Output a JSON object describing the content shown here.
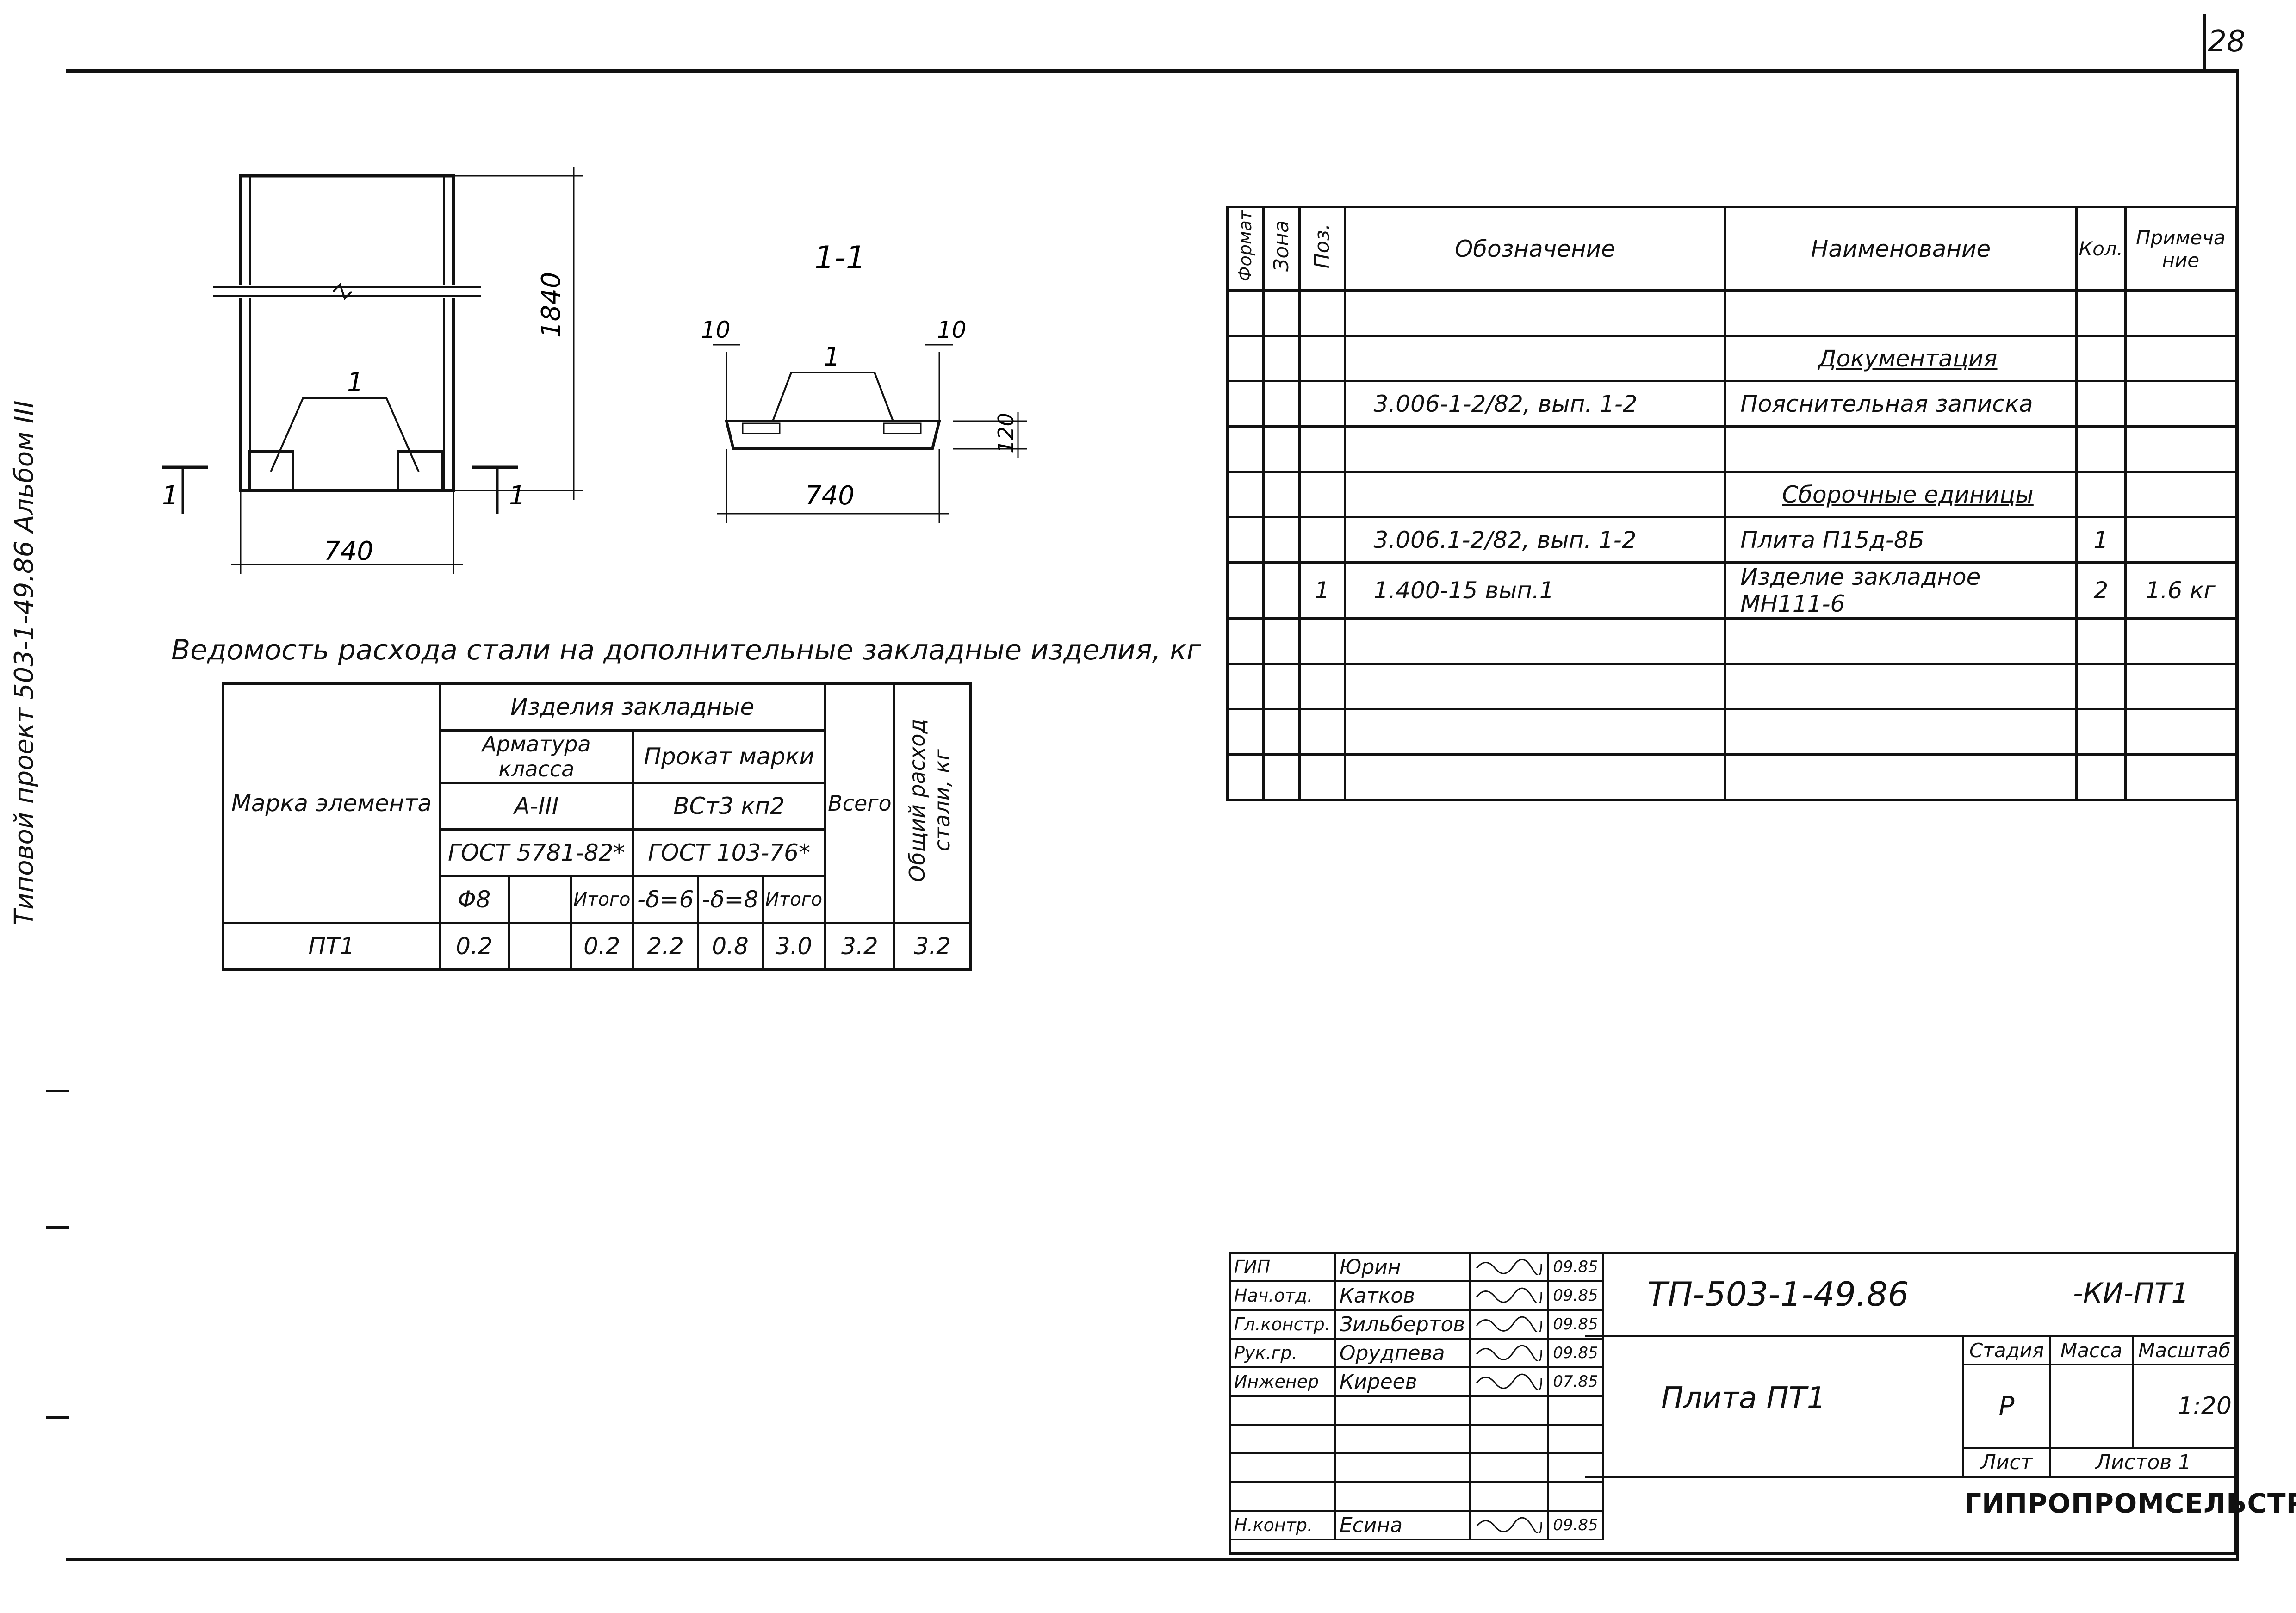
{
  "sheet_number": "28",
  "side_caption": "Типовой проект 503-1-49.86 Альбом III",
  "drawing": {
    "plan": {
      "dim_height": "1840",
      "dim_width": "740",
      "pos_label": "1",
      "section_left": "1",
      "section_right": "1"
    },
    "section": {
      "title": "1-1",
      "dim_left": "10",
      "dim_right": "10",
      "dim_height": "120",
      "dim_width": "740",
      "pos_label": "1"
    }
  },
  "spec_table": {
    "headers": {
      "format": "Формат",
      "zone": "Зона",
      "pos": "Поз.",
      "designation": "Обозначение",
      "name": "Наименование",
      "qty": "Кол.",
      "note": "Примечание"
    },
    "rows": [
      {
        "designation": "",
        "name": "",
        "qty": "",
        "note": "",
        "pos": ""
      },
      {
        "designation": "",
        "name": "Документация",
        "qty": "",
        "note": "",
        "pos": ""
      },
      {
        "designation": "3.006-1-2/82, вып. 1-2",
        "name": "Пояснительная записка",
        "qty": "",
        "note": "",
        "pos": ""
      },
      {
        "designation": "",
        "name": "",
        "qty": "",
        "note": "",
        "pos": ""
      },
      {
        "designation": "",
        "name": "Сборочные единицы",
        "qty": "",
        "note": "",
        "pos": ""
      },
      {
        "designation": "3.006.1-2/82, вып. 1-2",
        "name": "Плита П15д-8Б",
        "qty": "1",
        "note": "",
        "pos": ""
      },
      {
        "designation": "1.400-15 вып.1",
        "name": "Изделие закладное МН111-6",
        "qty": "2",
        "note": "1.6 кг",
        "pos": "1"
      },
      {
        "designation": "",
        "name": "",
        "qty": "",
        "note": "",
        "pos": ""
      },
      {
        "designation": "",
        "name": "",
        "qty": "",
        "note": "",
        "pos": ""
      },
      {
        "designation": "",
        "name": "",
        "qty": "",
        "note": "",
        "pos": ""
      },
      {
        "designation": "",
        "name": "",
        "qty": "",
        "note": "",
        "pos": ""
      }
    ]
  },
  "steel_table": {
    "title": "Ведомость расхода стали на дополнительные закладные изделия, кг",
    "h_mark": "Марка элемента",
    "h_embedded": "Изделия закладные",
    "h_rebar": "Арматура класса",
    "h_rebar_class": "А-III",
    "h_rebar_gost": "ГОСТ 5781-82*",
    "h_rolled": "Прокат марки",
    "h_rolled_grade": "ВСт3 кп2",
    "h_rolled_gost": "ГОСТ 103-76*",
    "h_total": "Всего",
    "h_overall": "Общий расход стали, кг",
    "h_phi8": "Φ8",
    "h_blank": "",
    "h_itogo1": "Итого",
    "h_d6": "-δ=6",
    "h_d8": "-δ=8",
    "h_itogo2": "Итого",
    "row": {
      "mark": "ПТ1",
      "phi8": "0.2",
      "blank": "",
      "itogo1": "0.2",
      "d6": "2.2",
      "d8": "0.8",
      "itogo2": "3.0",
      "total": "3.2",
      "overall": "3.2"
    }
  },
  "title_block": {
    "people": [
      {
        "role": "ГИП",
        "name": "Юрин",
        "date": "09.85"
      },
      {
        "role": "Нач.отд.",
        "name": "Катков",
        "date": "09.85"
      },
      {
        "role": "Гл.констр.",
        "name": "Зильбертов",
        "date": "09.85"
      },
      {
        "role": "Рук.гр.",
        "name": "Орудпева",
        "date": "09.85"
      },
      {
        "role": "Инженер",
        "name": "Киреев",
        "date": "07.85"
      },
      {
        "role": "",
        "name": "",
        "date": ""
      },
      {
        "role": "",
        "name": "",
        "date": ""
      },
      {
        "role": "",
        "name": "",
        "date": ""
      },
      {
        "role": "",
        "name": "",
        "date": ""
      },
      {
        "role": "Н.контр.",
        "name": "Есина",
        "date": "09.85"
      }
    ],
    "doc_code": "ТП-503-1-49.86",
    "doc_suffix": "-КИ-ПТ1",
    "doc_title": "Плита ПТ1",
    "h_stage": "Стадия",
    "h_mass": "Масса",
    "h_scale": "Масштаб",
    "stage": "Р",
    "mass": "",
    "scale": "1:20",
    "sheet_label": "Лист",
    "sheets_label": "Листов 1",
    "org": "ГИПРОПРОМСЕЛЬСТРОЙ"
  }
}
